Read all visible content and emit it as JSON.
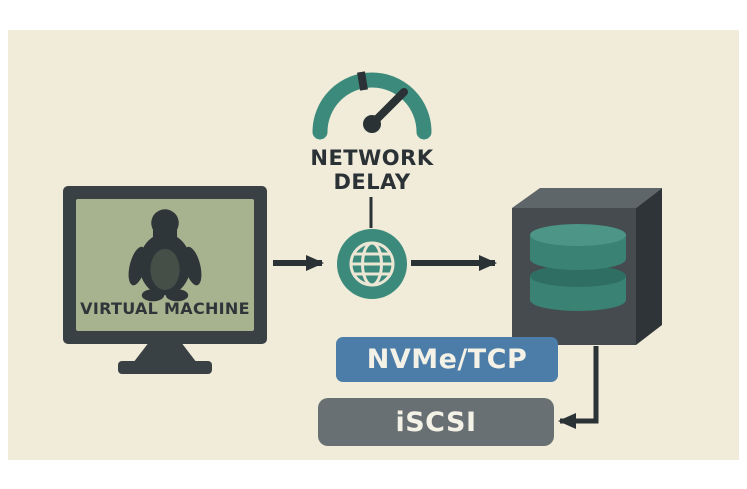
{
  "labels": {
    "virtual_machine": "VIRTUAL MACHINE",
    "network_delay_line1": "NETWORK",
    "network_delay_line2": "DELAY",
    "nvme": "NVMe/TCP",
    "iscsi": "iSCSI"
  },
  "colors": {
    "page_background": "#ffffff",
    "canvas_background": "#f1ebd9",
    "dark_ink": "#2b3236",
    "teal_accent": "#3c8a7b",
    "monitor_frame": "#3a4145",
    "monitor_screen": "#a7b28f",
    "server_front": "#454b4f",
    "server_top": "#5f666a",
    "server_side": "#2e3437",
    "nvme_blue": "#4b7da8",
    "iscsi_gray": "#687074",
    "label_text": "#f4f1e6"
  },
  "icons": {
    "gauge": "network-delay-gauge-icon",
    "globe": "network-globe-icon",
    "tux": "linux-tux-icon",
    "monitor": "virtual-machine-monitor-icon",
    "server": "storage-server-icon",
    "cylinders": "database-cylinders-icon",
    "arrows": "flow-arrow-icons"
  }
}
